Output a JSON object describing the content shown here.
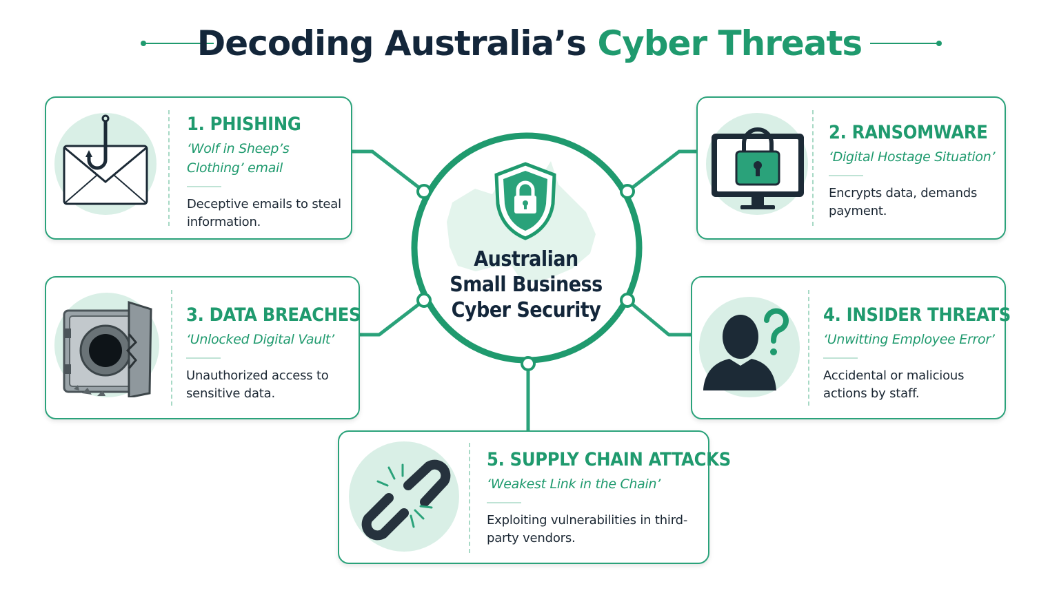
{
  "title": {
    "main": "Decoding Australia’s",
    "accent": "Cyber Threats"
  },
  "center": {
    "lines": [
      "Australian",
      "Small Business",
      "Cyber Security"
    ],
    "icon": "shield-lock-icon"
  },
  "threats": [
    {
      "heading": "1. PHISHING",
      "subtitle": "‘Wolf in Sheep’s Clothing’ email",
      "description": "Deceptive emails to steal information.",
      "icon": "envelope-hook-icon"
    },
    {
      "heading": "2. RANSOMWARE",
      "subtitle": "‘Digital Hostage Situation’",
      "description": "Encrypts data, demands payment.",
      "icon": "locked-monitor-icon"
    },
    {
      "heading": "3. DATA BREACHES",
      "subtitle": "‘Unlocked Digital Vault’",
      "description": "Unauthorized access to sensitive data.",
      "icon": "broken-vault-icon"
    },
    {
      "heading": "4. INSIDER THREATS",
      "subtitle": "‘Unwitting Employee Error’",
      "description": "Accidental or malicious actions by staff.",
      "icon": "person-question-icon"
    },
    {
      "heading": "5. SUPPLY CHAIN ATTACKS",
      "subtitle": "‘Weakest Link in the Chain’",
      "description": "Exploiting vulnerabilities in third-party vendors.",
      "icon": "broken-chain-icon"
    }
  ],
  "colors": {
    "accent": "#1f9a6e",
    "dark": "#13263a",
    "tint": "#d9efe6"
  }
}
